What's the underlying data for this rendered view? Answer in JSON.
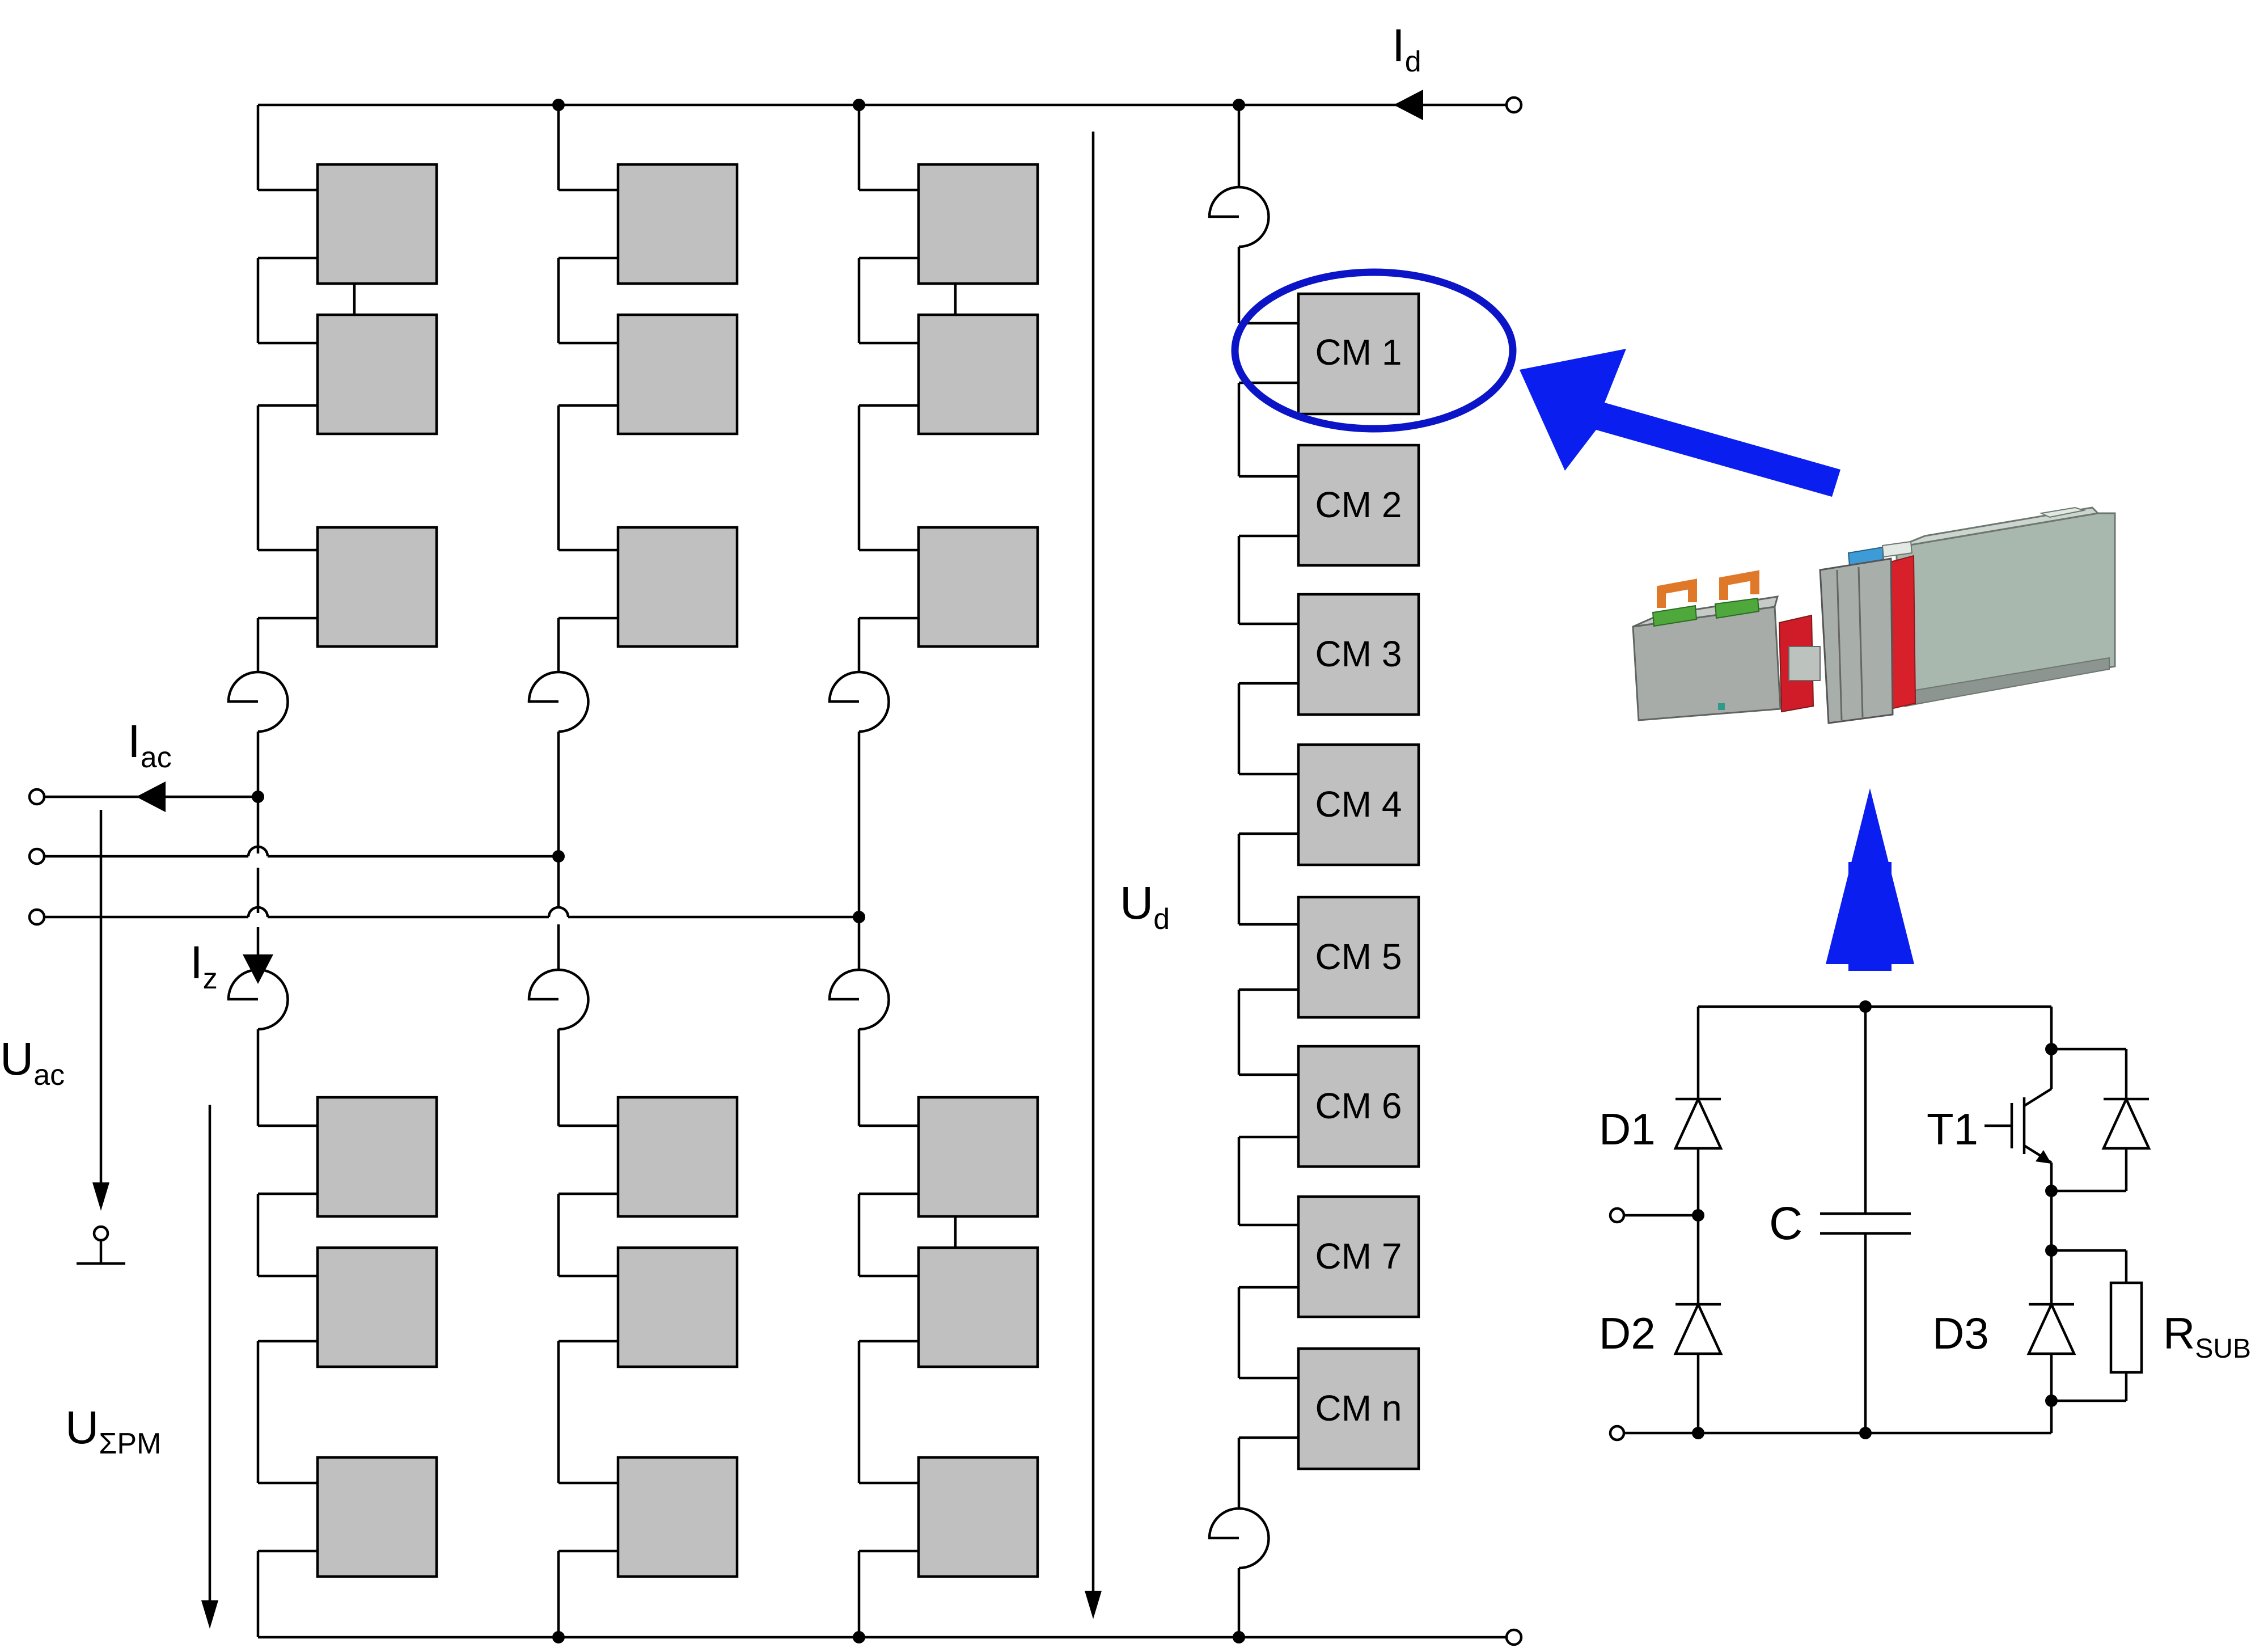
{
  "labels": {
    "id_main": "I",
    "id_sub": "d",
    "iac_main": "I",
    "iac_sub": "ac",
    "iz_main": "I",
    "iz_sub": "z",
    "uac_main": "U",
    "uac_sub": "ac",
    "ud_main": "U",
    "ud_sub": "d",
    "upm_main": "U",
    "upm_sub": "ΣPM",
    "d1": "D1",
    "d2": "D2",
    "d3": "D3",
    "t1": "T1",
    "c": "C",
    "rsub_main": "R",
    "rsub_sub": "SUB"
  },
  "cell_modules": [
    "CM 1",
    "CM 2",
    "CM 3",
    "CM 4",
    "CM 5",
    "CM 6",
    "CM 7",
    "CM n"
  ],
  "colors": {
    "highlight": "#0c14c8",
    "arrow": "#0a1ef0",
    "module_fill": "#c0c0c0"
  }
}
